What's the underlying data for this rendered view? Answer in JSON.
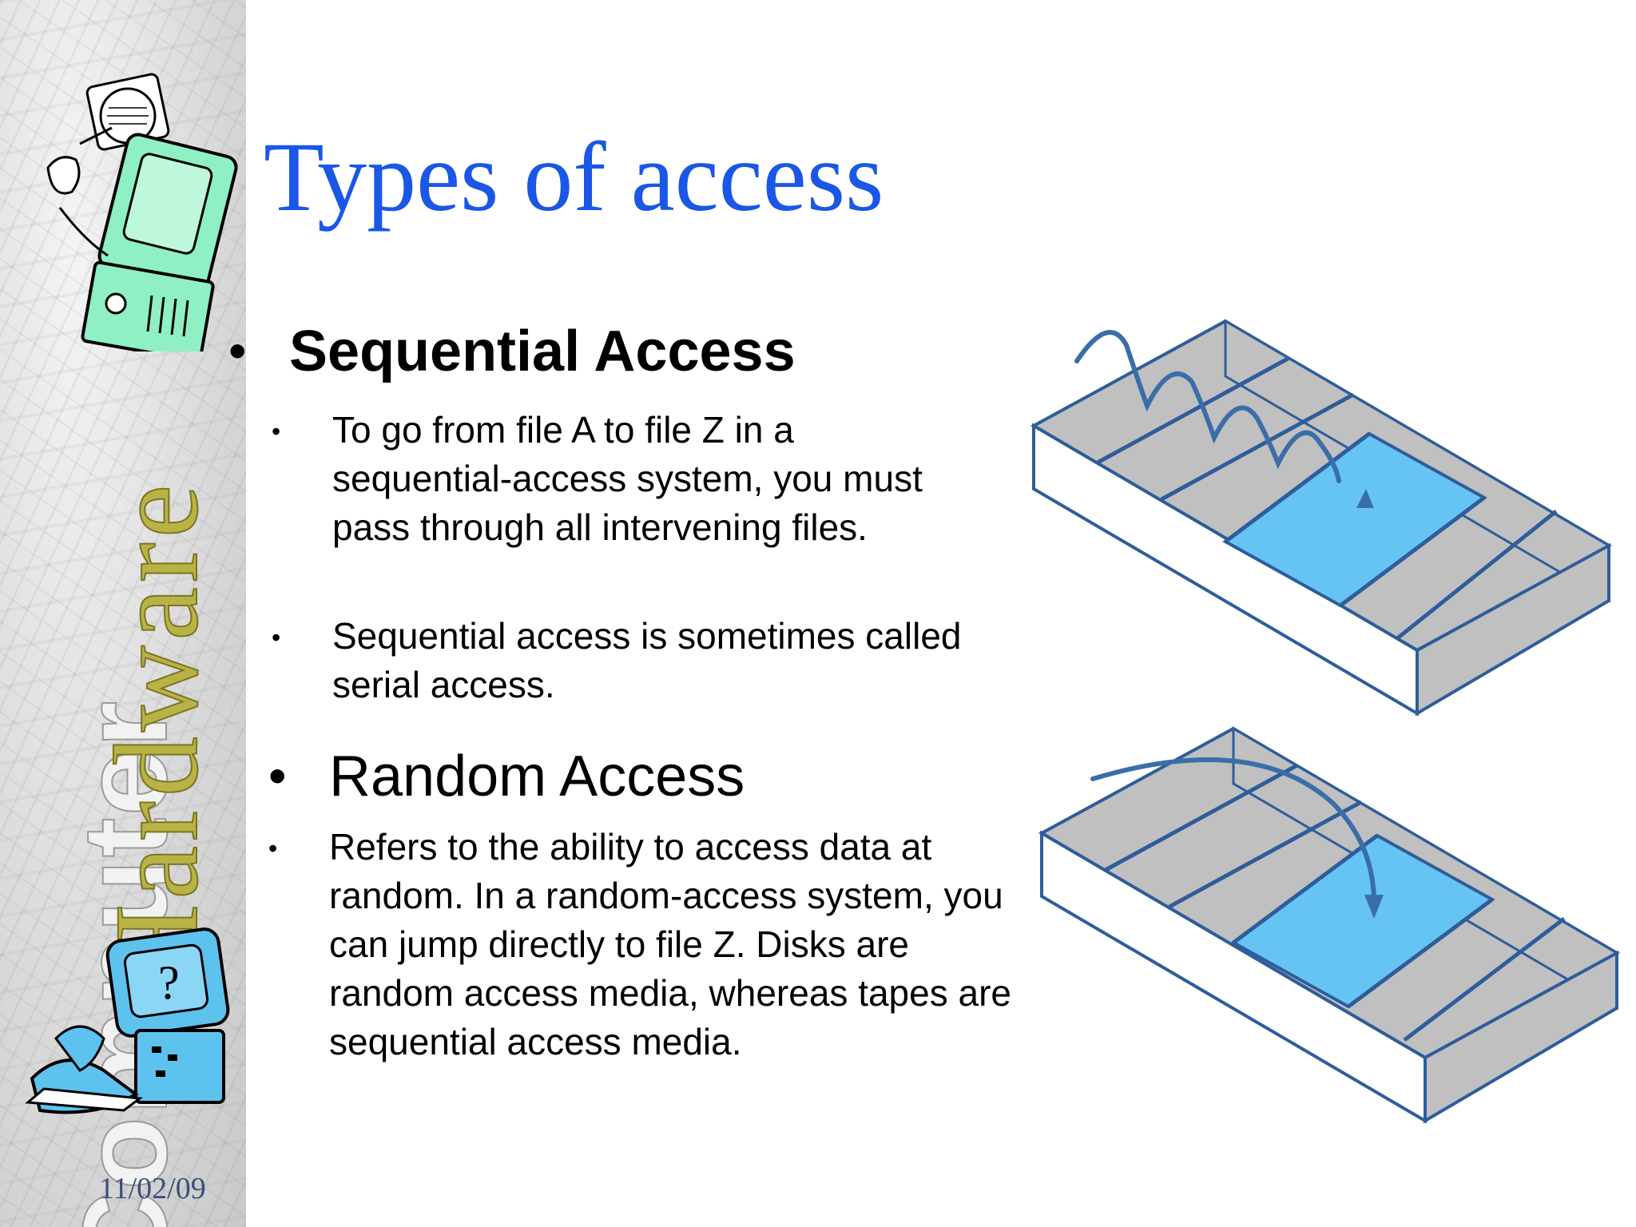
{
  "slide": {
    "title": "Types of access",
    "date": "11/02/09"
  },
  "sidebar": {
    "vertical_text_1": "Computer",
    "vertical_text_2": "Hardware"
  },
  "sections": [
    {
      "heading": "Sequential Access",
      "bullets": [
        "To go from file A to file Z in a sequential-access system, you must pass through all intervening files.",
        "Sequential access is sometimes called serial access."
      ]
    },
    {
      "heading": "Random Access",
      "bullets": [
        "Refers to the ability to access data at random. In a random-access system, you can jump directly to file Z. Disks are random access media, whereas tapes are sequential access media."
      ]
    }
  ],
  "colors": {
    "title": "#1a57e6",
    "block_gray": "#c0c0c0",
    "block_highlight": "#66c4f5",
    "outline": "#2e5d9a",
    "arrow": "#3a6ea8"
  }
}
